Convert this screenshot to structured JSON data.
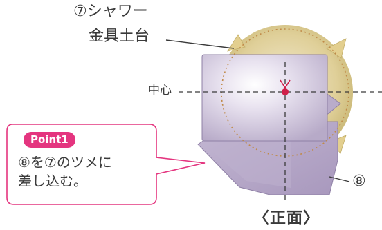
{
  "labels": {
    "shower_base_line1": "⑦シャワー",
    "shower_base_line2": "金具土台",
    "center": "中心",
    "part8": "⑧",
    "front_view": "〈正面〉"
  },
  "callout": {
    "badge": "Point1",
    "line1": "⑧を⑦のツメに",
    "line2": "差し込む。"
  },
  "colors": {
    "accent_pink": "#e4357f",
    "disc_gold": "#d9c78a",
    "plate_lavender": "#c9bfd6",
    "center_dot": "#d0204a"
  }
}
